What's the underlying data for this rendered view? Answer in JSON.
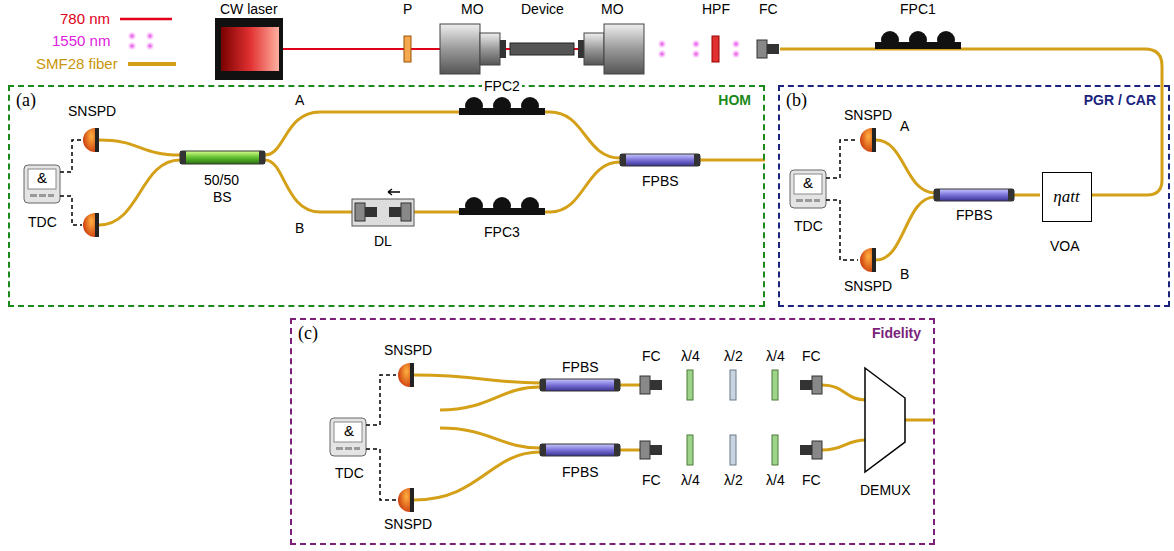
{
  "diagram": {
    "nodes": [
      {
        "text": [
          "(a)",
          "HOM"
        ]
      },
      {
        "text": [
          "(b)",
          "PGR / CAR"
        ]
      },
      {
        "text": [
          "ηatt"
        ],
        "in": 1
      },
      {
        "text": [
          "(c)",
          "Fidelity"
        ]
      }
    ],
    "labels": [
      "CW laser",
      "P",
      "MO",
      "Device",
      "MO",
      "HPF",
      "FC",
      "FPC1",
      "SNSPD",
      "&",
      "TDC",
      "50/50",
      "BS",
      "A",
      "B",
      "FPC2",
      "DL",
      "FPC3",
      "FPBS",
      "SNSPD",
      "&",
      "TDC",
      "A",
      "B",
      "FPBS",
      "VOA",
      "SNSPD",
      "SNSPD",
      "&",
      "TDC",
      "FPBS",
      "FC",
      "λ/4",
      "λ/2",
      "λ/4",
      "FC",
      "FPBS",
      "FC",
      "λ/4",
      "λ/2",
      "λ/4",
      "FC",
      "DEMUX",
      "SNSPD"
    ],
    "legend": [
      {
        "text": "780 nm"
      },
      {
        "text": "1550 nm"
      },
      {
        "text": "SMF28 fiber"
      }
    ]
  }
}
